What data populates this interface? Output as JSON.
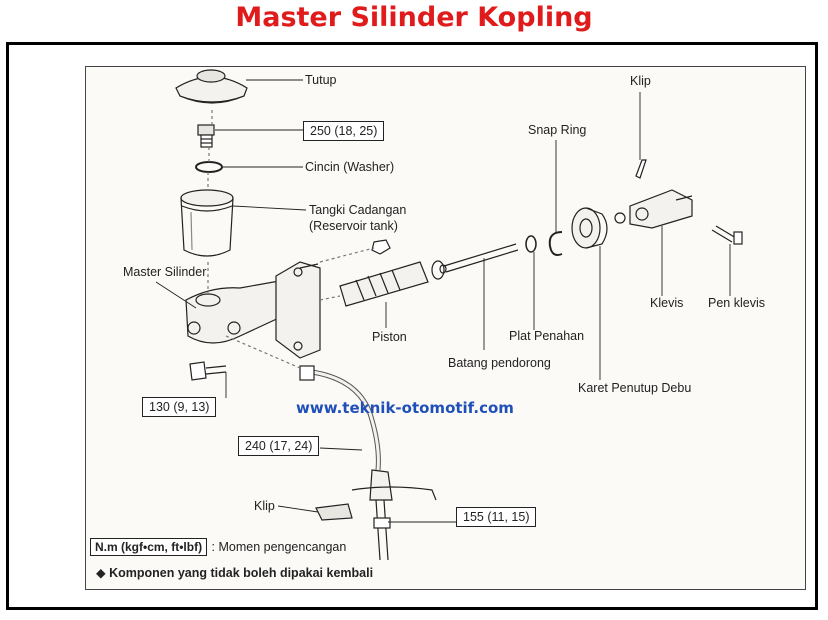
{
  "title": "Master Silinder Kopling",
  "website": "www.teknik-otomotif.com",
  "labels": {
    "tutup": "Tutup",
    "cincin": "Cincin (Washer)",
    "tangki_1": "Tangki Cadangan",
    "tangki_2": "(Reservoir tank)",
    "master_silinder": "Master Silinder",
    "piston": "Piston",
    "batang_pendorong": "Batang pendorong",
    "plat_penahan": "Plat Penahan",
    "snap_ring": "Snap Ring",
    "karet_penutup_debu": "Karet Penutup Debu",
    "klip_top": "Klip",
    "klevis": "Klevis",
    "pen_klevis": "Pen klevis",
    "klip_bottom": "Klip"
  },
  "specs": {
    "bolt_top": "250 (18, 25)",
    "bolt_left": "130 (9, 13)",
    "pipe": "240 (17, 24)",
    "hose": "155 (11, 15)"
  },
  "legend": {
    "unit_box": "N.m (kgf•cm, ft•lbf)",
    "unit_text": ": Momen pengencangan",
    "note_symbol": "◆",
    "note_text": "Komponen yang tidak boleh dipakai kembali"
  },
  "colors": {
    "title": "#e01b1b",
    "website": "#1f4fb8",
    "line": "#222222"
  }
}
